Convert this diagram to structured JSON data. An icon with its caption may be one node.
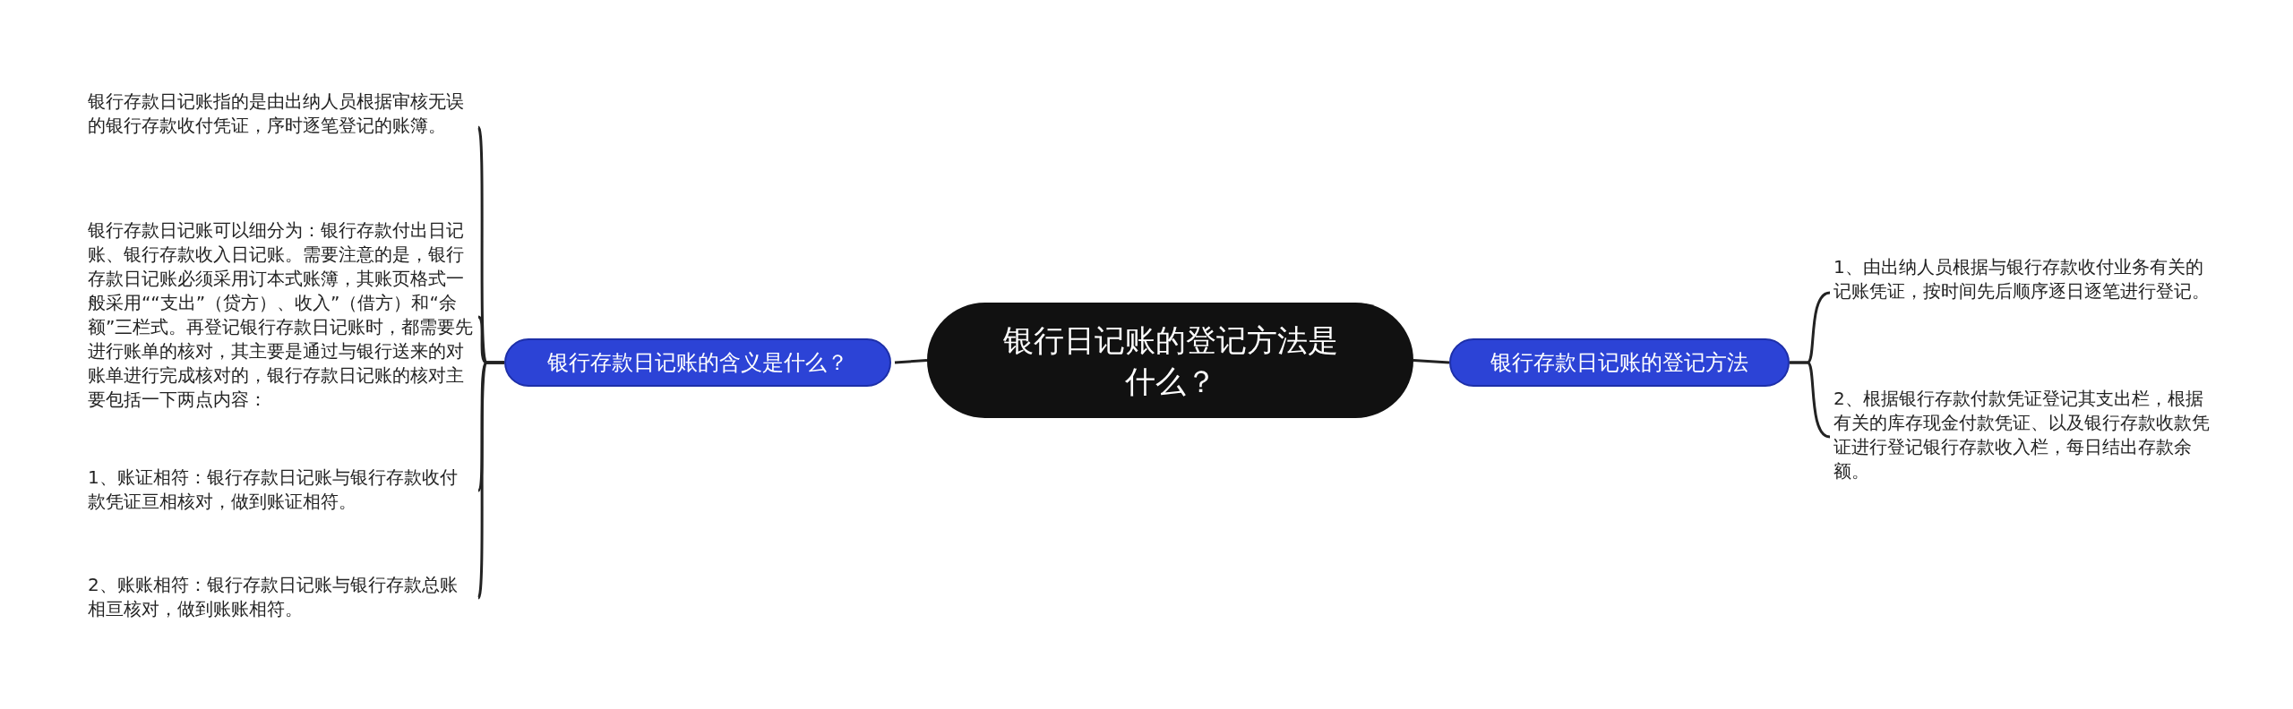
{
  "diagram": {
    "nodes": [
      {
        "text": [
          "银行日记账的登记方法是什么？"
        ]
      },
      {
        "text": [
          "银行存款日记账的含义是什么？"
        ]
      },
      {
        "text": [
          "银行存款日记账指的是由出纳人员根据审核无误的银行存款收付凭证，序时逐笔登记的账簿。"
        ]
      },
      {
        "text": [
          "银行存款日记账可以细分为：银行存款付出日记账、银行存款收入日记账。需要注意的是，银行存款日记账必须采用订本式账簿，其账页格式一般采用““支出”（贷方）、收入”（借方）和“余额”三栏式。再登记银行存款日记账时，都需要先进行账单的核对，其主要是通过与银行送来的对账单进行完成核对的，银行存款日记账的核对主要包括一下两点内容："
        ]
      },
      {
        "text": [
          "1、账证相符：银行存款日记账与银行存款收付款凭证亘相核对，做到账证相符。"
        ]
      },
      {
        "text": [
          "2、账账相符：银行存款日记账与银行存款总账相亘核对，做到账账相符。"
        ]
      },
      {
        "text": [
          "银行存款日记账的登记方法"
        ]
      },
      {
        "text": [
          "1、由出纳人员根据与银行存款收付业务有关的记账凭证，按时间先后顺序逐日逐笔进行登记。"
        ]
      },
      {
        "text": [
          "2、根据银行存款付款凭证登记其支出栏，根据有关的库存现金付款凭证、以及银行存款收款凭证进行登记银行存款收入栏，每日结出存款余额。"
        ]
      }
    ],
    "edges": [
      {
        "from": 0,
        "to": 1,
        "arrow": "none"
      },
      {
        "from": 0,
        "to": 6,
        "arrow": "none"
      },
      {
        "from": 1,
        "to": 2,
        "arrow": "none"
      },
      {
        "from": 1,
        "to": 3,
        "arrow": "none"
      },
      {
        "from": 1,
        "to": 4,
        "arrow": "none"
      },
      {
        "from": 1,
        "to": 5,
        "arrow": "none"
      },
      {
        "from": 6,
        "to": 7,
        "arrow": "none"
      },
      {
        "from": 6,
        "to": 8,
        "arrow": "none"
      }
    ]
  }
}
